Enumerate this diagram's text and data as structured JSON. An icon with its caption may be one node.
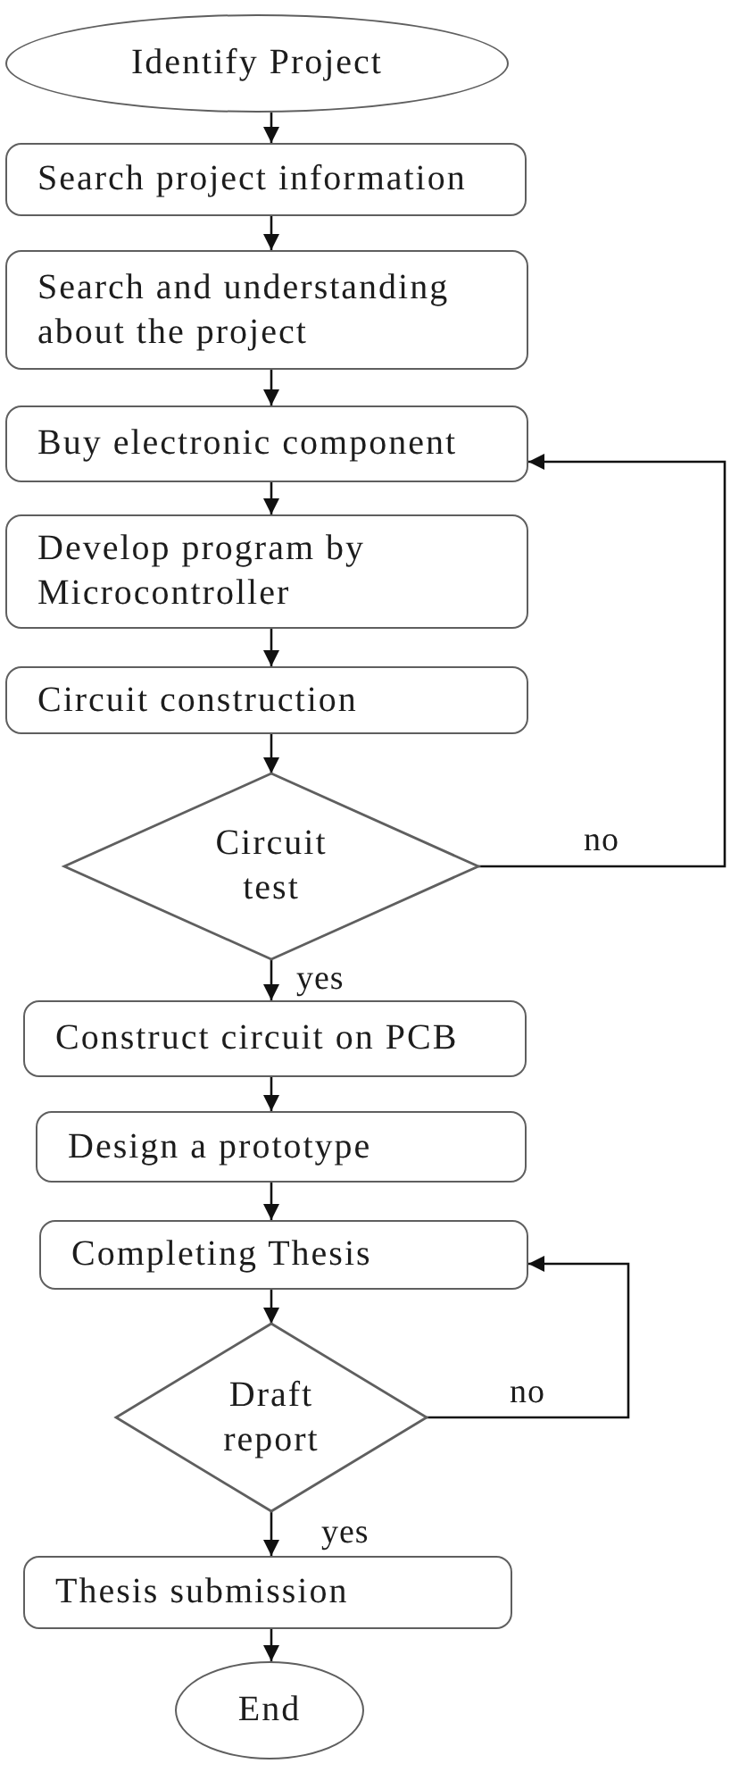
{
  "diagram": {
    "nodes": [
      {
        "text": [
          "Identify Project"
        ]
      },
      {
        "text": [
          "Search project information"
        ]
      },
      {
        "text": [
          "Search and understanding about the project"
        ]
      },
      {
        "text": [
          "Buy electronic component"
        ]
      },
      {
        "text": [
          "Develop program by Microcontroller"
        ]
      },
      {
        "text": [
          "Circuit construction"
        ]
      },
      {
        "text": [
          "Circuit test"
        ]
      },
      {
        "text": [
          "Construct circuit on PCB"
        ]
      },
      {
        "text": [
          "Design a prototype"
        ]
      },
      {
        "text": [
          "Completing Thesis"
        ]
      },
      {
        "text": [
          "Draft report"
        ]
      },
      {
        "text": [
          "Thesis submission"
        ]
      },
      {
        "text": [
          "End"
        ]
      }
    ],
    "edges": [
      {
        "from": 0,
        "to": 1,
        "arrow": "to"
      },
      {
        "from": 1,
        "to": 2,
        "arrow": "to"
      },
      {
        "from": 2,
        "to": 3,
        "arrow": "to"
      },
      {
        "from": 3,
        "to": 4,
        "arrow": "to"
      },
      {
        "from": 4,
        "to": 5,
        "arrow": "to"
      },
      {
        "from": 5,
        "to": 6,
        "arrow": "to"
      },
      {
        "from": 6,
        "to": 7,
        "arrow": "to",
        "label": "yes"
      },
      {
        "from": 6,
        "to": 3,
        "arrow": "to",
        "label": "no"
      },
      {
        "from": 7,
        "to": 8,
        "arrow": "to"
      },
      {
        "from": 8,
        "to": 9,
        "arrow": "to"
      },
      {
        "from": 9,
        "to": 10,
        "arrow": "to"
      },
      {
        "from": 10,
        "to": 11,
        "arrow": "to",
        "label": "yes"
      },
      {
        "from": 10,
        "to": 9,
        "arrow": "to",
        "label": "no"
      },
      {
        "from": 11,
        "to": 12,
        "arrow": "to"
      }
    ]
  }
}
